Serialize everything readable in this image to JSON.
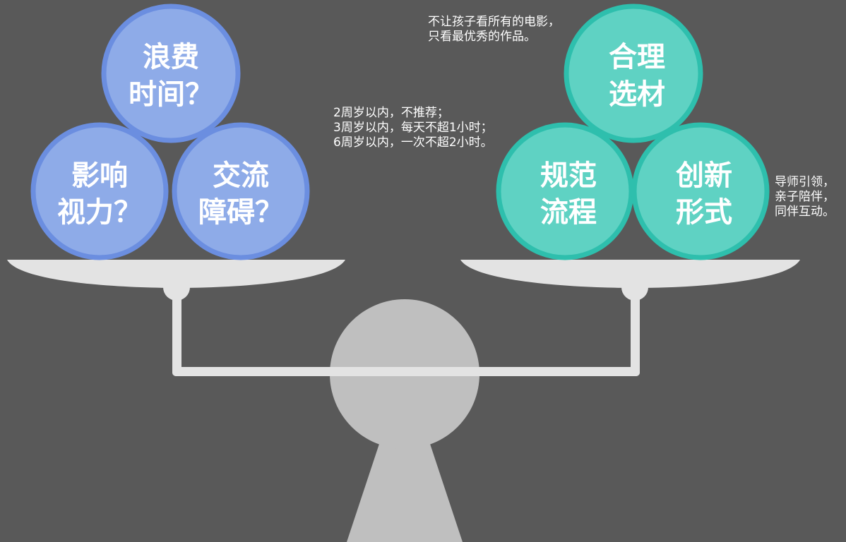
{
  "colors": {
    "background": "#595959",
    "blue_fill": "#8eabe8",
    "blue_ring": "#6b8ee0",
    "teal_fill": "#5fd2c3",
    "teal_ring": "#2ebfad",
    "scale_gray": "#e3e3e3",
    "figure_gray": "#bfbfbf"
  },
  "left_pan": {
    "circles": [
      {
        "line1": "浪费",
        "line2": "时间？"
      },
      {
        "line1": "影响",
        "line2": "视力？"
      },
      {
        "line1": "交流",
        "line2": "障碍？"
      }
    ]
  },
  "right_pan": {
    "circles": [
      {
        "line1": "合理",
        "line2": "选材"
      },
      {
        "line1": "规范",
        "line2": "流程"
      },
      {
        "line1": "创新",
        "line2": "形式"
      }
    ]
  },
  "notes": {
    "selection": [
      "不让孩子看所有的电影，",
      "只看最优秀的作品。"
    ],
    "process": [
      "2周岁以内，不推荐；",
      "3周岁以内，每天不超1小时；",
      "6周岁以内，一次不超2小时。"
    ],
    "format": [
      "导师引领，",
      "亲子陪伴，",
      "同伴互动。"
    ]
  }
}
